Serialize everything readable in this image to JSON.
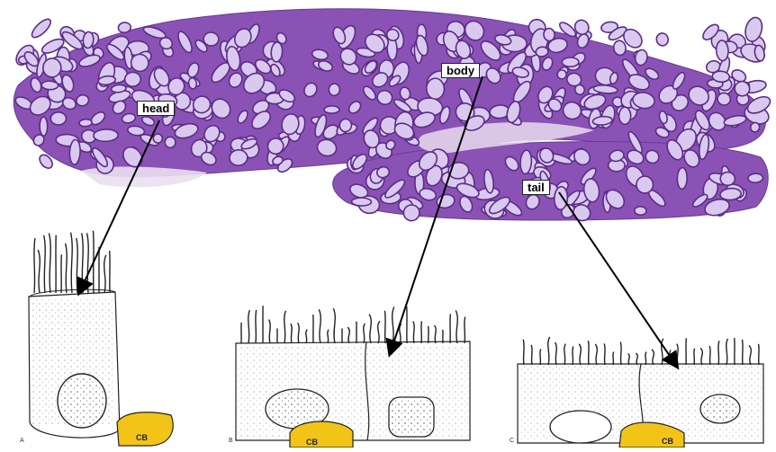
{
  "regions": [
    {
      "id": "head",
      "label": "head"
    },
    {
      "id": "body",
      "label": "body"
    },
    {
      "id": "tail",
      "label": "tail"
    }
  ],
  "panels": [
    {
      "letter": "A",
      "cell_label": "CB"
    },
    {
      "letter": "B",
      "cell_label": "CB"
    },
    {
      "letter": "C",
      "cell_label": "CB"
    }
  ],
  "colors": {
    "tissue": "#8a52b5",
    "tissue_dark": "#5b2c86",
    "lumen": "#d9c9ef",
    "basal_cell": "#f2c418",
    "arrow": "#000000"
  }
}
